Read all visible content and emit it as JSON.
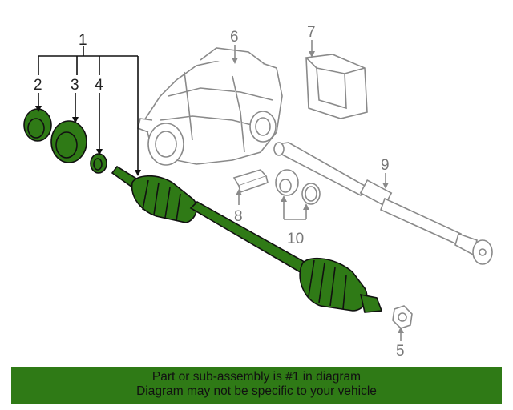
{
  "colors": {
    "highlight": "#2f7a16",
    "outline": "#111111",
    "grey": "#8a8a8a",
    "banner": "#2f7a16"
  },
  "callouts": {
    "c1": "1",
    "c2": "2",
    "c3": "3",
    "c4": "4",
    "c5": "5",
    "c6": "6",
    "c7": "7",
    "c8": "8",
    "c9": "9",
    "c10": "10"
  },
  "banner": {
    "line1": "Part or sub-assembly is #1 in diagram",
    "line2": "Diagram may not be specific to your vehicle"
  }
}
